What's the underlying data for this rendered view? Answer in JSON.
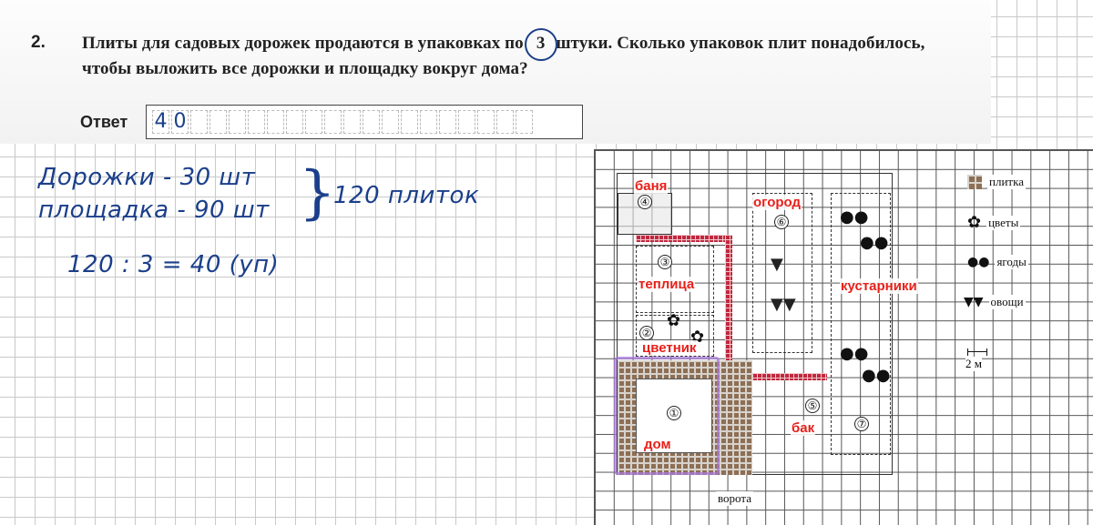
{
  "task": {
    "number": "2.",
    "text_before": "Плиты для садовых дорожек продаются в упаковках по ",
    "highlight": "3",
    "text_after": " штуки. Сколько упаковок плит понадобилось, чтобы выложить все дорожки и площадку вокруг дома?",
    "answer_label": "Ответ",
    "answer_digits": [
      "4",
      "0",
      "",
      "",
      "",
      "",
      "",
      "",
      "",
      "",
      "",
      "",
      "",
      "",
      "",
      "",
      "",
      "",
      "",
      ""
    ]
  },
  "solution": {
    "line1": "Дорожки - 30 шт",
    "line2": "площадка - 90 шт",
    "brace": "}",
    "total": "120 плиток",
    "calc": "120 : 3 = 40 (уп)"
  },
  "plan": {
    "labels": {
      "banya": "баня",
      "teplitsa": "теплица",
      "tsvetnik": "цветник",
      "dom": "дом",
      "ogorod": "огород",
      "kustarniki": "кустарники",
      "bak": "бак"
    },
    "numbers": [
      "①",
      "②",
      "③",
      "④",
      "⑤",
      "⑥",
      "⑦"
    ],
    "gate": "ворота",
    "legend": [
      {
        "icon": "tile-icon",
        "label": "плитка"
      },
      {
        "icon": "flower-icon",
        "label": "цветы"
      },
      {
        "icon": "berry-icon",
        "label": "ягоды"
      },
      {
        "icon": "vegetable-icon",
        "label": "овощи"
      }
    ],
    "scale": "2 м",
    "colors": {
      "label_red": "#e8201a",
      "path_red": "#c0283c",
      "tile_brown": "#8d6f55",
      "highlight_purple": "#aa78dc",
      "ink_blue": "#1b3f8a"
    }
  }
}
